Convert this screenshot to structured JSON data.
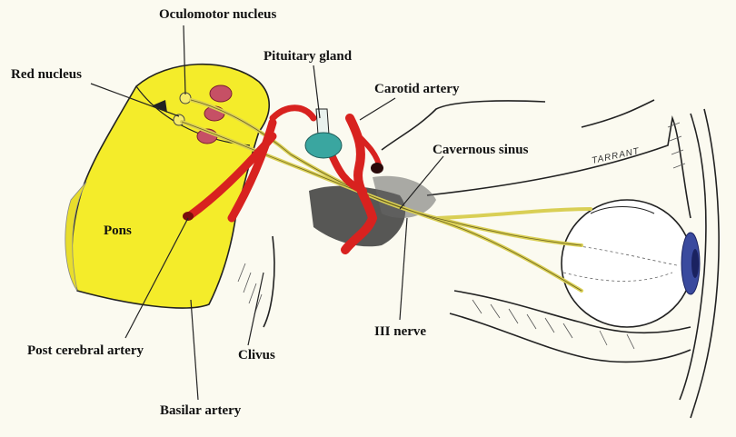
{
  "labels": {
    "oculomotor_nucleus": "Oculomotor nucleus",
    "red_nucleus": "Red nucleus",
    "pituitary_gland": "Pituitary gland",
    "carotid_artery": "Carotid artery",
    "cavernous_sinus": "Cavernous sinus",
    "pons": "Pons",
    "post_cerebral_artery": "Post cerebral artery",
    "clivus": "Clivus",
    "basilar_artery": "Basilar artery",
    "iii_nerve": "III nerve"
  },
  "signature": "TARRANT",
  "colors": {
    "brainstem": "#f4ec2a",
    "artery": "#d8221f",
    "nerve": "#e2d86a",
    "pituitary": "#3aa6a0",
    "eye_iris": "#3a4a9e",
    "background": "#fbfaf0"
  }
}
